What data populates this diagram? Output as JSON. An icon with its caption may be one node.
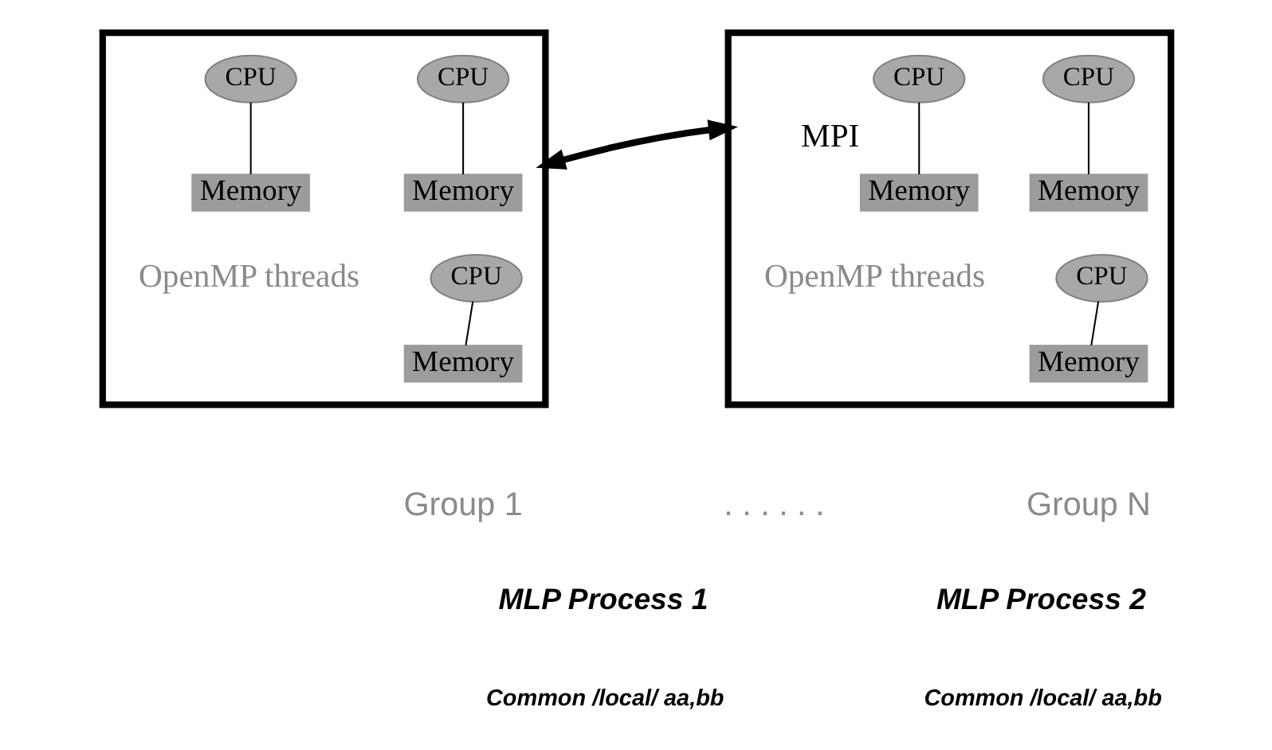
{
  "diagram": {
    "nodes": [
      {
        "text": [],
        "shape": "box"
      },
      {
        "text": [
          "CPU"
        ],
        "in": 0
      },
      {
        "text": [
          "Memory"
        ],
        "in": 0
      },
      {
        "text": [
          "CPU"
        ],
        "in": 0
      },
      {
        "text": [
          "Memory"
        ],
        "in": 0
      },
      {
        "text": [
          "CPU"
        ],
        "in": 0
      },
      {
        "text": [
          "Memory"
        ],
        "in": 0
      },
      {
        "text": [],
        "shape": "box"
      },
      {
        "text": [
          "CPU"
        ],
        "in": 7
      },
      {
        "text": [
          "Memory"
        ],
        "in": 7
      },
      {
        "text": [
          "CPU"
        ],
        "in": 7
      },
      {
        "text": [
          "Memory"
        ],
        "in": 7
      },
      {
        "text": [
          "CPU"
        ],
        "in": 7
      },
      {
        "text": [
          "Memory"
        ],
        "in": 7
      }
    ],
    "edges": [
      {
        "from": 1,
        "to": 2,
        "arrow": "none"
      },
      {
        "from": 3,
        "to": 4,
        "arrow": "none"
      },
      {
        "from": 5,
        "to": 6,
        "arrow": "none"
      },
      {
        "from": 0,
        "to": 7,
        "label": "MPI",
        "arrow": "both",
        "style": "thick"
      },
      {
        "from": 8,
        "to": 9,
        "arrow": "none"
      },
      {
        "from": 10,
        "to": 11,
        "arrow": "none"
      },
      {
        "from": 12,
        "to": 13,
        "arrow": "none"
      }
    ],
    "labels": [
      "OpenMP threads",
      "OpenMP threads",
      "Group 1",
      ". . . . . .",
      "Group N",
      "MLP Process 1",
      "MLP Process 2",
      "Common /local/ aa,bb",
      "Common /local/ aa,bb"
    ]
  }
}
